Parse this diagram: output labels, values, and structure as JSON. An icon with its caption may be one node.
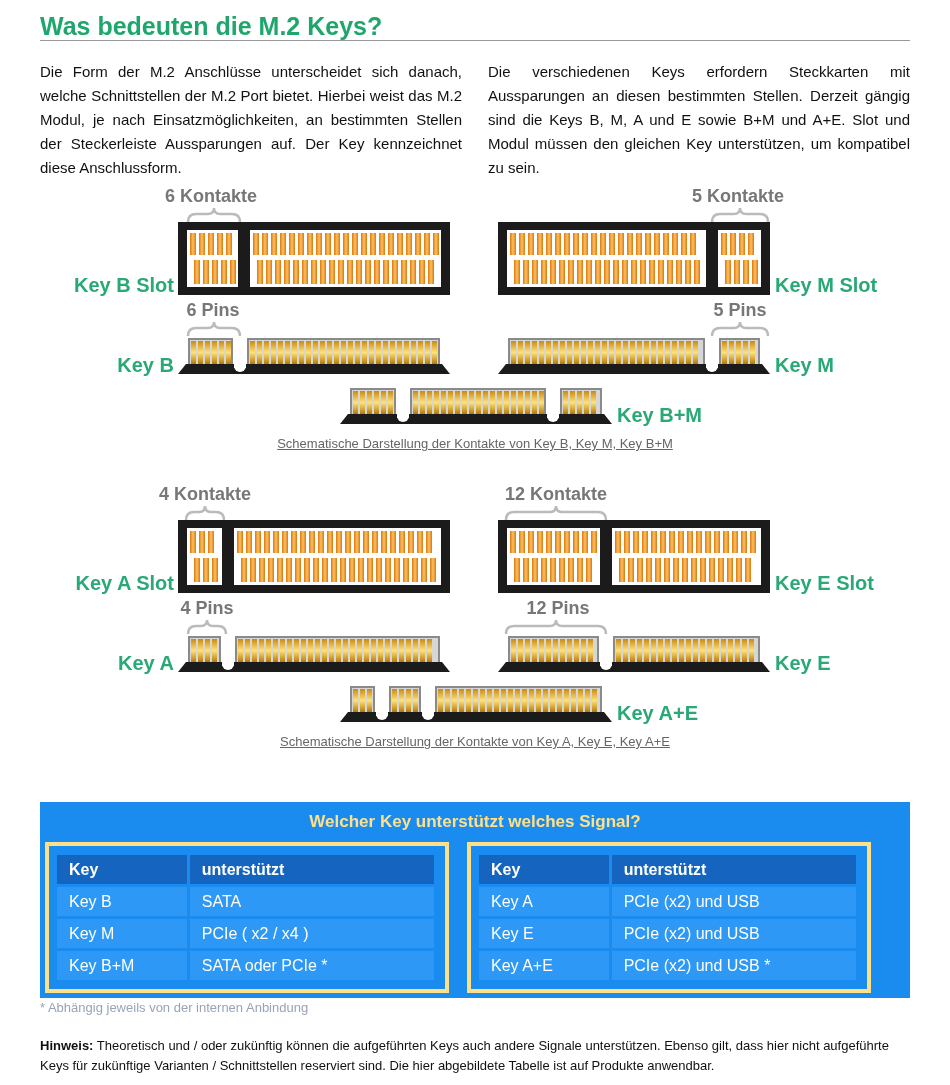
{
  "diagram": {
    "title": "Was bedeuten die M.2 Keys?",
    "labels": [
      "Die Form der M.2 Anschlüsse unterscheidet sich danach, welche Schnittstellen der M.2 Port bietet. Hierbei weist das M.2 Modul, je nach Einsatzmöglichkeiten, an bestimmten Stellen der Steckerleiste Aussparungen auf. Der Key kennzeichnet diese Anschlussform.",
      "Die verschiedenen Keys erfordern Steckkarten mit Aussparungen an diesen bestimmten Stellen. Derzeit gängig sind die Keys B, M, A und E sowie B+M und A+E. Slot und Modul müssen den gleichen Key unterstützen, um kompatibel zu sein.",
      "6 Kontakte",
      "5 Kontakte",
      "Key B Slot",
      "Key M Slot",
      "6 Pins",
      "5 Pins",
      "Key B",
      "Key M",
      "Key B+M",
      "Schematische Darstellung der Kontakte von Key B, Key M, Key B+M",
      "4 Kontakte",
      "12 Kontakte",
      "Key A Slot",
      "Key E Slot",
      "4 Pins",
      "12 Pins",
      "Key A",
      "Key E",
      "Key A+E",
      "Schematische Darstellung der Kontakte von Key A, Key E, Key A+E",
      "Welcher Key unterstützt welches Signal?",
      "Key",
      "unterstützt",
      "Key B",
      "SATA",
      "Key M",
      "PCIe ( x2 / x4 )",
      "Key B+M",
      "SATA oder PCIe *",
      "Key",
      "unterstützt",
      "Key A",
      "PCIe (x2) und USB",
      "Key E",
      "PCIe (x2) und USB",
      "Key A+E",
      "PCIe (x2) und USB *",
      "* Abhängig jeweils von der internen Anbindung",
      "**Hinweis:** Theoretisch und / oder zukünftig können die aufgeführten Keys auch andere Signale unterstützen. Ebenso gilt, dass hier nicht aufgeführte Keys für zukünftige Varianten / Schnittstellen reserviert sind. Die hier abgebildete Tabelle ist auf Produkte anwendbar."
    ]
  }
}
